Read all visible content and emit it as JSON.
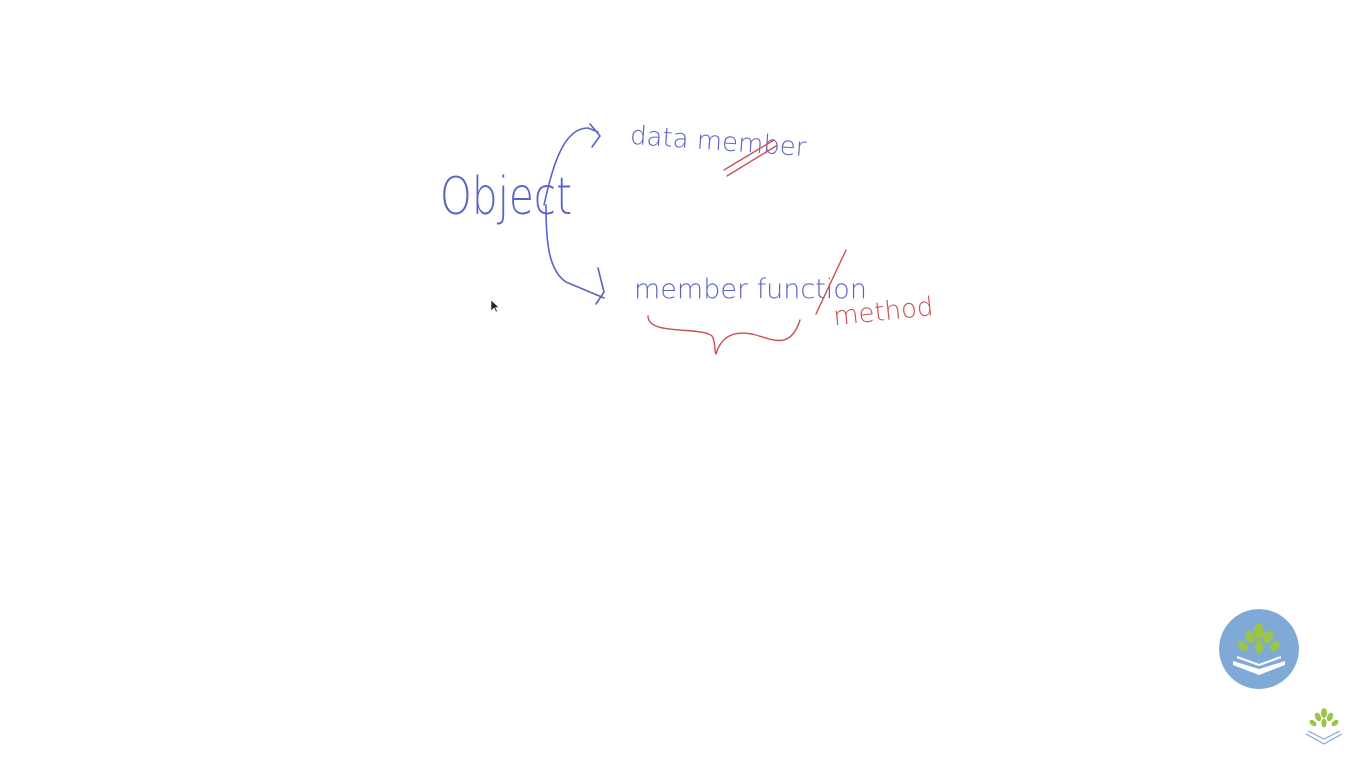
{
  "whiteboard": {
    "pen_colors": {
      "blue": "#5b63c7",
      "red": "#c9524f"
    },
    "words": {
      "object": "Object",
      "data_member": "data member",
      "member_function": "member function",
      "method": "method"
    }
  },
  "branding": {
    "large_logo_icon": "plant-book-icon",
    "small_logo_icon": "plant-book-icon",
    "logo_bg": "#7fa9d6",
    "leaf_color": "#9cc447"
  },
  "cursor_icon": "mouse-pointer-icon"
}
